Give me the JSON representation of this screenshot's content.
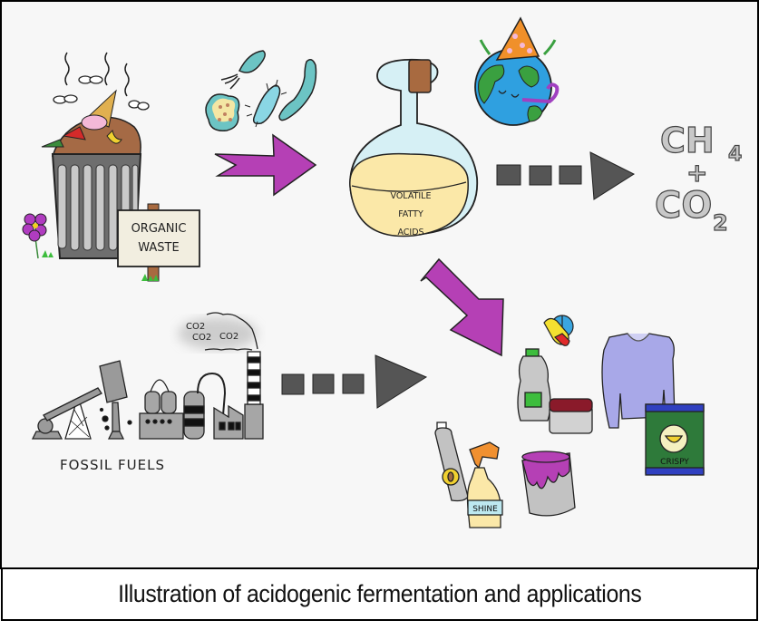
{
  "figure": {
    "caption": "Illustration of acidogenic fermentation and applications",
    "labels": {
      "organic_waste_line1": "ORGANIC",
      "organic_waste_line2": "WASTE",
      "vfa_line1": "VOLATILE",
      "vfa_line2": "FATTY",
      "vfa_line3": "ACIDS",
      "ch4": "CH",
      "ch4_sub": "4",
      "plus": "+",
      "co2": "CO",
      "co2_sub": "2",
      "fossil_fuels": "FOSSIL FUELS",
      "smoke_co2": [
        "CO2",
        "CO2",
        "CO2"
      ],
      "cleaner_label": "SHINE",
      "chips_label": "CRISPY"
    },
    "nodes": [
      {
        "id": "organic-waste",
        "label": "ORGANIC WASTE"
      },
      {
        "id": "microorganisms",
        "label": ""
      },
      {
        "id": "volatile-fatty-acids",
        "label": "VOLATILE FATTY ACIDS"
      },
      {
        "id": "happy-earth",
        "label": ""
      },
      {
        "id": "biogas",
        "label": "CH4 + CO2"
      },
      {
        "id": "fossil-fuels",
        "label": "FOSSIL FUELS"
      },
      {
        "id": "products",
        "label": ""
      }
    ],
    "edges": [
      {
        "from": "organic-waste",
        "to": "volatile-fatty-acids",
        "style": "solid-purple"
      },
      {
        "from": "volatile-fatty-acids",
        "to": "biogas",
        "style": "dashed-grey"
      },
      {
        "from": "volatile-fatty-acids",
        "to": "products",
        "style": "solid-purple"
      },
      {
        "from": "fossil-fuels",
        "to": "products",
        "style": "dashed-grey"
      }
    ],
    "colors": {
      "arrow_purple": "#b540b5",
      "arrow_grey": "#555555",
      "liquid": "#fbe8a8",
      "glass": "#d6f0f5",
      "bacteria": "#6cc4c4",
      "can_grey": "#777777",
      "flower": "#b03cc0",
      "earth_ocean": "#2fa0e0",
      "earth_land": "#3aa040",
      "sweater": "#a8a8e8",
      "chips_bag": "#2e7a3a"
    }
  }
}
